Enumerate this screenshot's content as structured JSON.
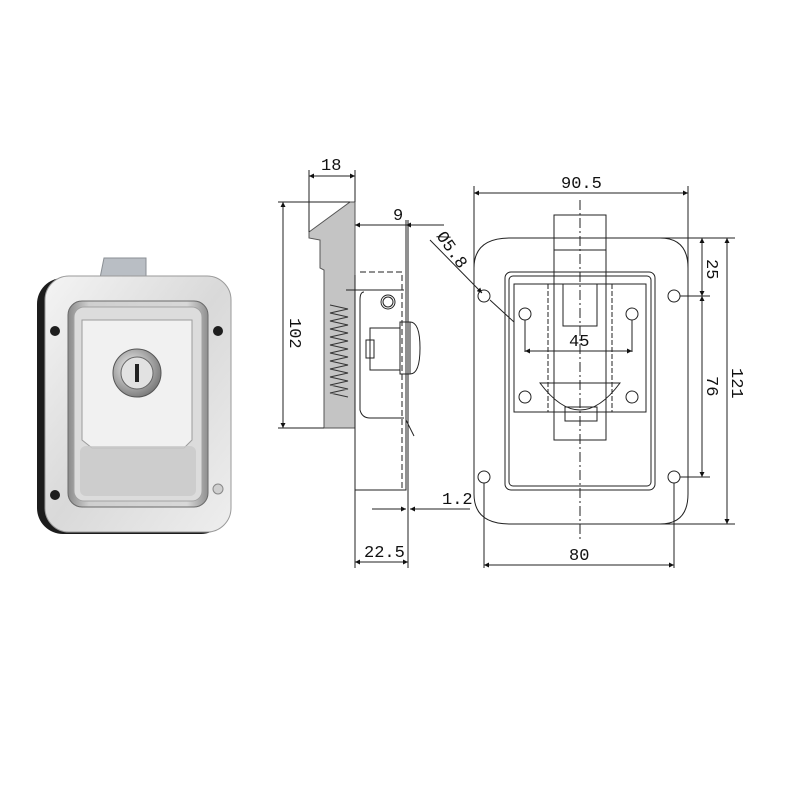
{
  "title": "Stainless steel paddle latch with key lock - dimension drawing",
  "photo": {
    "label": "paddle-latch-photo",
    "finish": "polished stainless steel",
    "has_key_cylinder": true
  },
  "side_view": {
    "dimensions": {
      "top_width": "18",
      "overall_height": "102",
      "latch_offset": "9",
      "hole_diameter": "Ø5.8",
      "plate_thickness": "1.2",
      "depth": "22.5"
    }
  },
  "front_view": {
    "dimensions": {
      "overall_width": "90.5",
      "hole_spacing_x": "80",
      "inner_hole_spacing": "45",
      "top_to_hole": "25",
      "hole_spacing_y": "76",
      "overall_height": "121"
    }
  },
  "colors": {
    "line": "#222222",
    "hatch": "#bdbdbd",
    "background": "#ffffff"
  }
}
